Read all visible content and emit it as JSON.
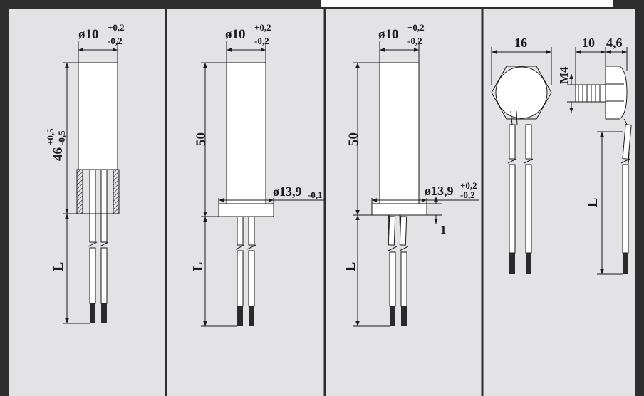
{
  "colors": {
    "panel": "#e3e3e5",
    "frame": "#2e2e2e",
    "line": "#1a1a1a",
    "body": "#ffffff",
    "wire_tip": "#2a2a2a"
  },
  "panels": [
    {
      "diameter": "ø10",
      "tol_upper": "+0,2",
      "tol_lower": "-0,2",
      "length": "46",
      "length_tol_upper": "+0,5",
      "length_tol_lower": "-0,5",
      "lead": "L"
    },
    {
      "diameter": "ø10",
      "tol_upper": "+0,2",
      "tol_lower": "-0,2",
      "length": "50",
      "flange": "ø13,9",
      "flange_tol": "-0,1",
      "lead": "L"
    },
    {
      "diameter": "ø10",
      "tol_upper": "+0,2",
      "tol_lower": "-0,2",
      "length": "50",
      "flange": "ø13,9",
      "flange_tol_upper": "+0,2",
      "flange_tol_lower": "-0,2",
      "flange_height": "1",
      "lead": "L"
    },
    {
      "width": "16",
      "thread_length": "10",
      "head_height": "4,6",
      "thread": "M4",
      "lead": "L"
    }
  ]
}
